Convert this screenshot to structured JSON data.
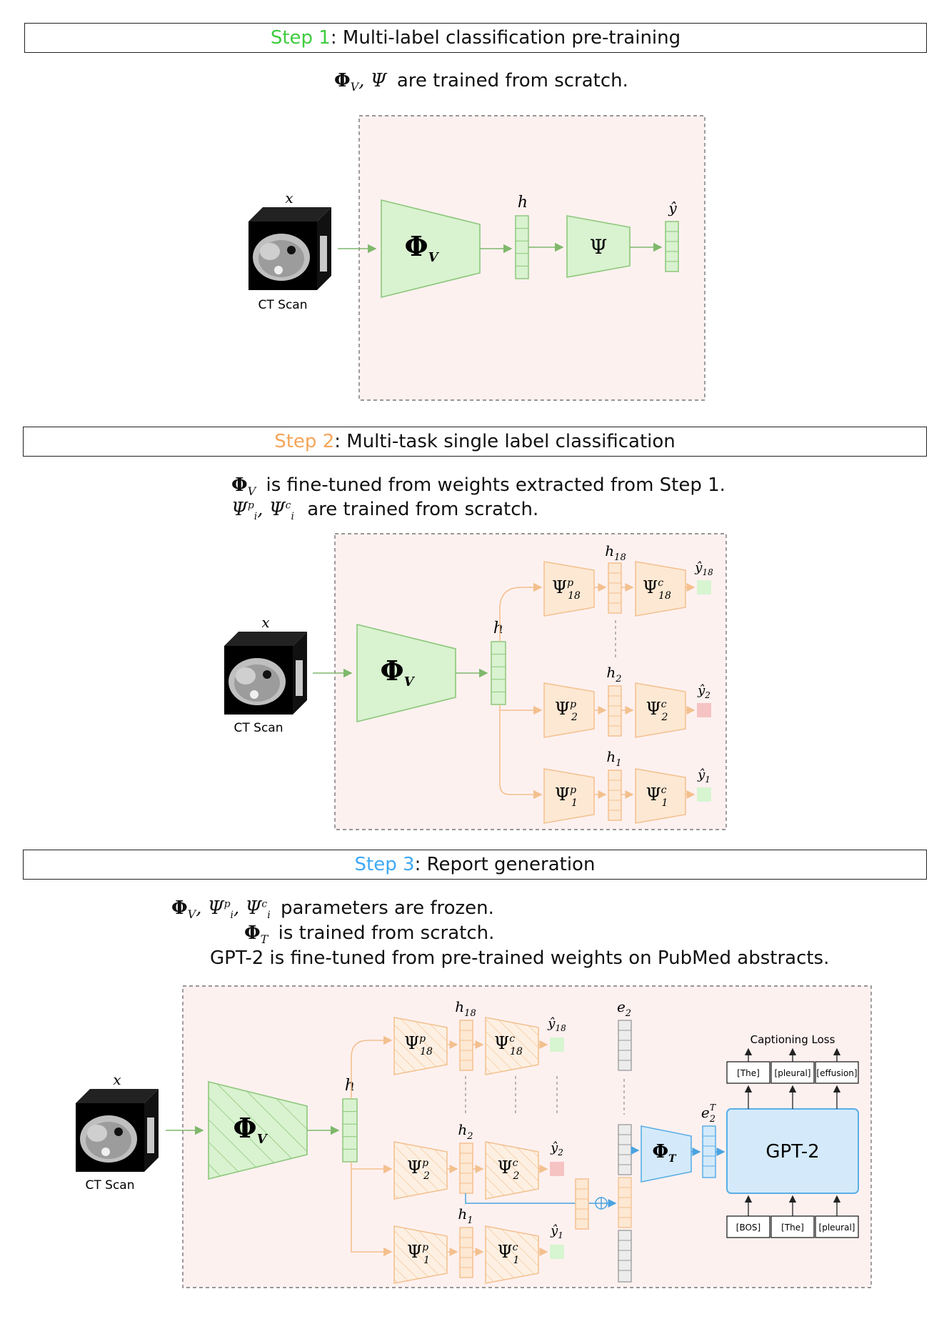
{
  "colors": {
    "step1": "#3fcc3f",
    "step2": "#f5a55a",
    "step3": "#3fa9f5",
    "green_fill": "#d9f2d0",
    "green_stroke": "#8cc77a",
    "orange_fill": "#fde8d3",
    "orange_stroke": "#f3c08e",
    "blue_fill": "#d4eafa",
    "blue_stroke": "#5aaee6",
    "panel_fill": "#fdf1f0",
    "gray_fill": "#ececec",
    "gray_stroke": "#9a9a9a",
    "red_pred": "#f6c3c3",
    "green_pred": "#d6f5d0"
  },
  "step1": {
    "step_word": "Step 1",
    "title_rest": ": Multi-label classification pre-training",
    "caption_sym": "Φ",
    "caption_sub": "V",
    "caption_sym2": ", Ψ",
    "caption_text": "are trained from scratch.",
    "input_label": "x",
    "scan_label": "CT Scan",
    "encoder_label": "Φ",
    "encoder_sub": "V",
    "h_label": "h",
    "psi_label": "Ψ",
    "yhat_label": "ŷ"
  },
  "step2": {
    "step_word": "Step 2",
    "title_rest": ": Multi-task single label classification",
    "line1_text": "is fine-tuned from weights extracted from Step 1.",
    "line2_text": "are trained from scratch.",
    "input_label": "x",
    "scan_label": "CT Scan",
    "h_label": "h",
    "rows": [
      {
        "h": "h18",
        "pidx": "18",
        "y": "y18"
      },
      {
        "h": "h2",
        "pidx": "2",
        "y": "y2"
      },
      {
        "h": "h1",
        "pidx": "1",
        "y": "y1"
      }
    ]
  },
  "step3": {
    "step_word": "Step 3",
    "title_rest": ": Report generation",
    "line1_text": "parameters are frozen.",
    "line2_text": "is trained from scratch.",
    "line3_text": "GPT-2 is fine-tuned from pre-trained weights on PubMed abstracts.",
    "input_label": "x",
    "scan_label": "CT Scan",
    "e2_label": "e2",
    "e2T_label": "e2T",
    "phiT_label": "ΦT",
    "gpt_label": "GPT-2",
    "loss_label": "Captioning Loss",
    "out_tokens": [
      "[The]",
      "[pleural]",
      "[effusion]"
    ],
    "in_tokens": [
      "[BOS]",
      "[The]",
      "[pleural]"
    ]
  }
}
